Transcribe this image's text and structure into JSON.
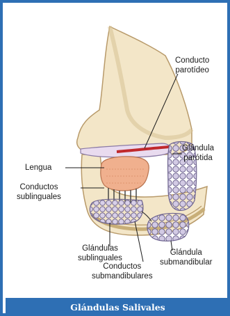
{
  "caption": "Glándulas Salivales",
  "labels": {
    "conducto_parotideo": "Conducto\nparotídeo",
    "glandula_parotida": "Glándula\nparótida",
    "lengua": "Lengua",
    "conductos_sublinguales": "Conductos\nsublinguales",
    "glandulas_sublinguales": "Glándulas\nsublinguales",
    "conductos_submandibulares": "Conductos\nsubmandibulares",
    "glandula_submandibular": "Glándula\nsubmandibular"
  },
  "colors": {
    "frame": "#2e6fb4",
    "skin": "#f3e6c8",
    "skin_outline": "#b89a6a",
    "gland": "#cfc6e2",
    "gland_outline": "#7a6e98",
    "tongue": "#f0b08e",
    "duct_red": "#c0282c"
  }
}
